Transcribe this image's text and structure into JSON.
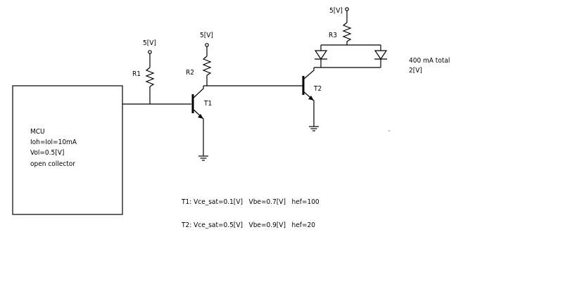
{
  "mcu": {
    "title": "MCU",
    "line1": "Ioh=Iol=10mA",
    "line2": "Vol=0.5[V]",
    "line3": "open collector"
  },
  "supplies": {
    "r1": "5[V]",
    "r2": "5[V]",
    "r3": "5[V]"
  },
  "resistors": {
    "r1": "R1",
    "r2": "R2",
    "r3": "R3"
  },
  "transistors": {
    "t1": "T1",
    "t2": "T2"
  },
  "load": {
    "current": "400 mA total",
    "voltage": "2[V]"
  },
  "params": {
    "t1": "T1: Vce_sat=0.1[V]   Vbe=0.7[V]   hef=100",
    "t2": "T2: Vce_sat=0.5[V]   Vbe=0.9[V]   hef=20"
  }
}
